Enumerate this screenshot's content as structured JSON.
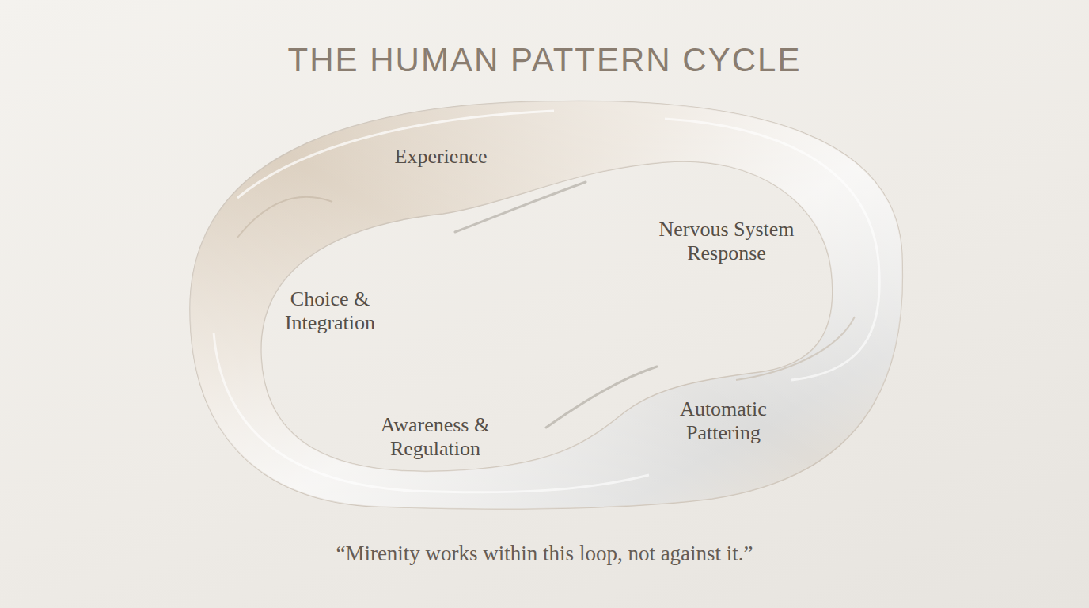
{
  "diagram": {
    "title": "THE HUMAN PATTERN CYCLE",
    "caption": "“Mirenity works within this loop, not against it.”",
    "labels": [
      "Experience",
      "Nervous System Response",
      "Automatic Pattering",
      "Awareness & Regulation",
      "Choice & Integration"
    ]
  }
}
